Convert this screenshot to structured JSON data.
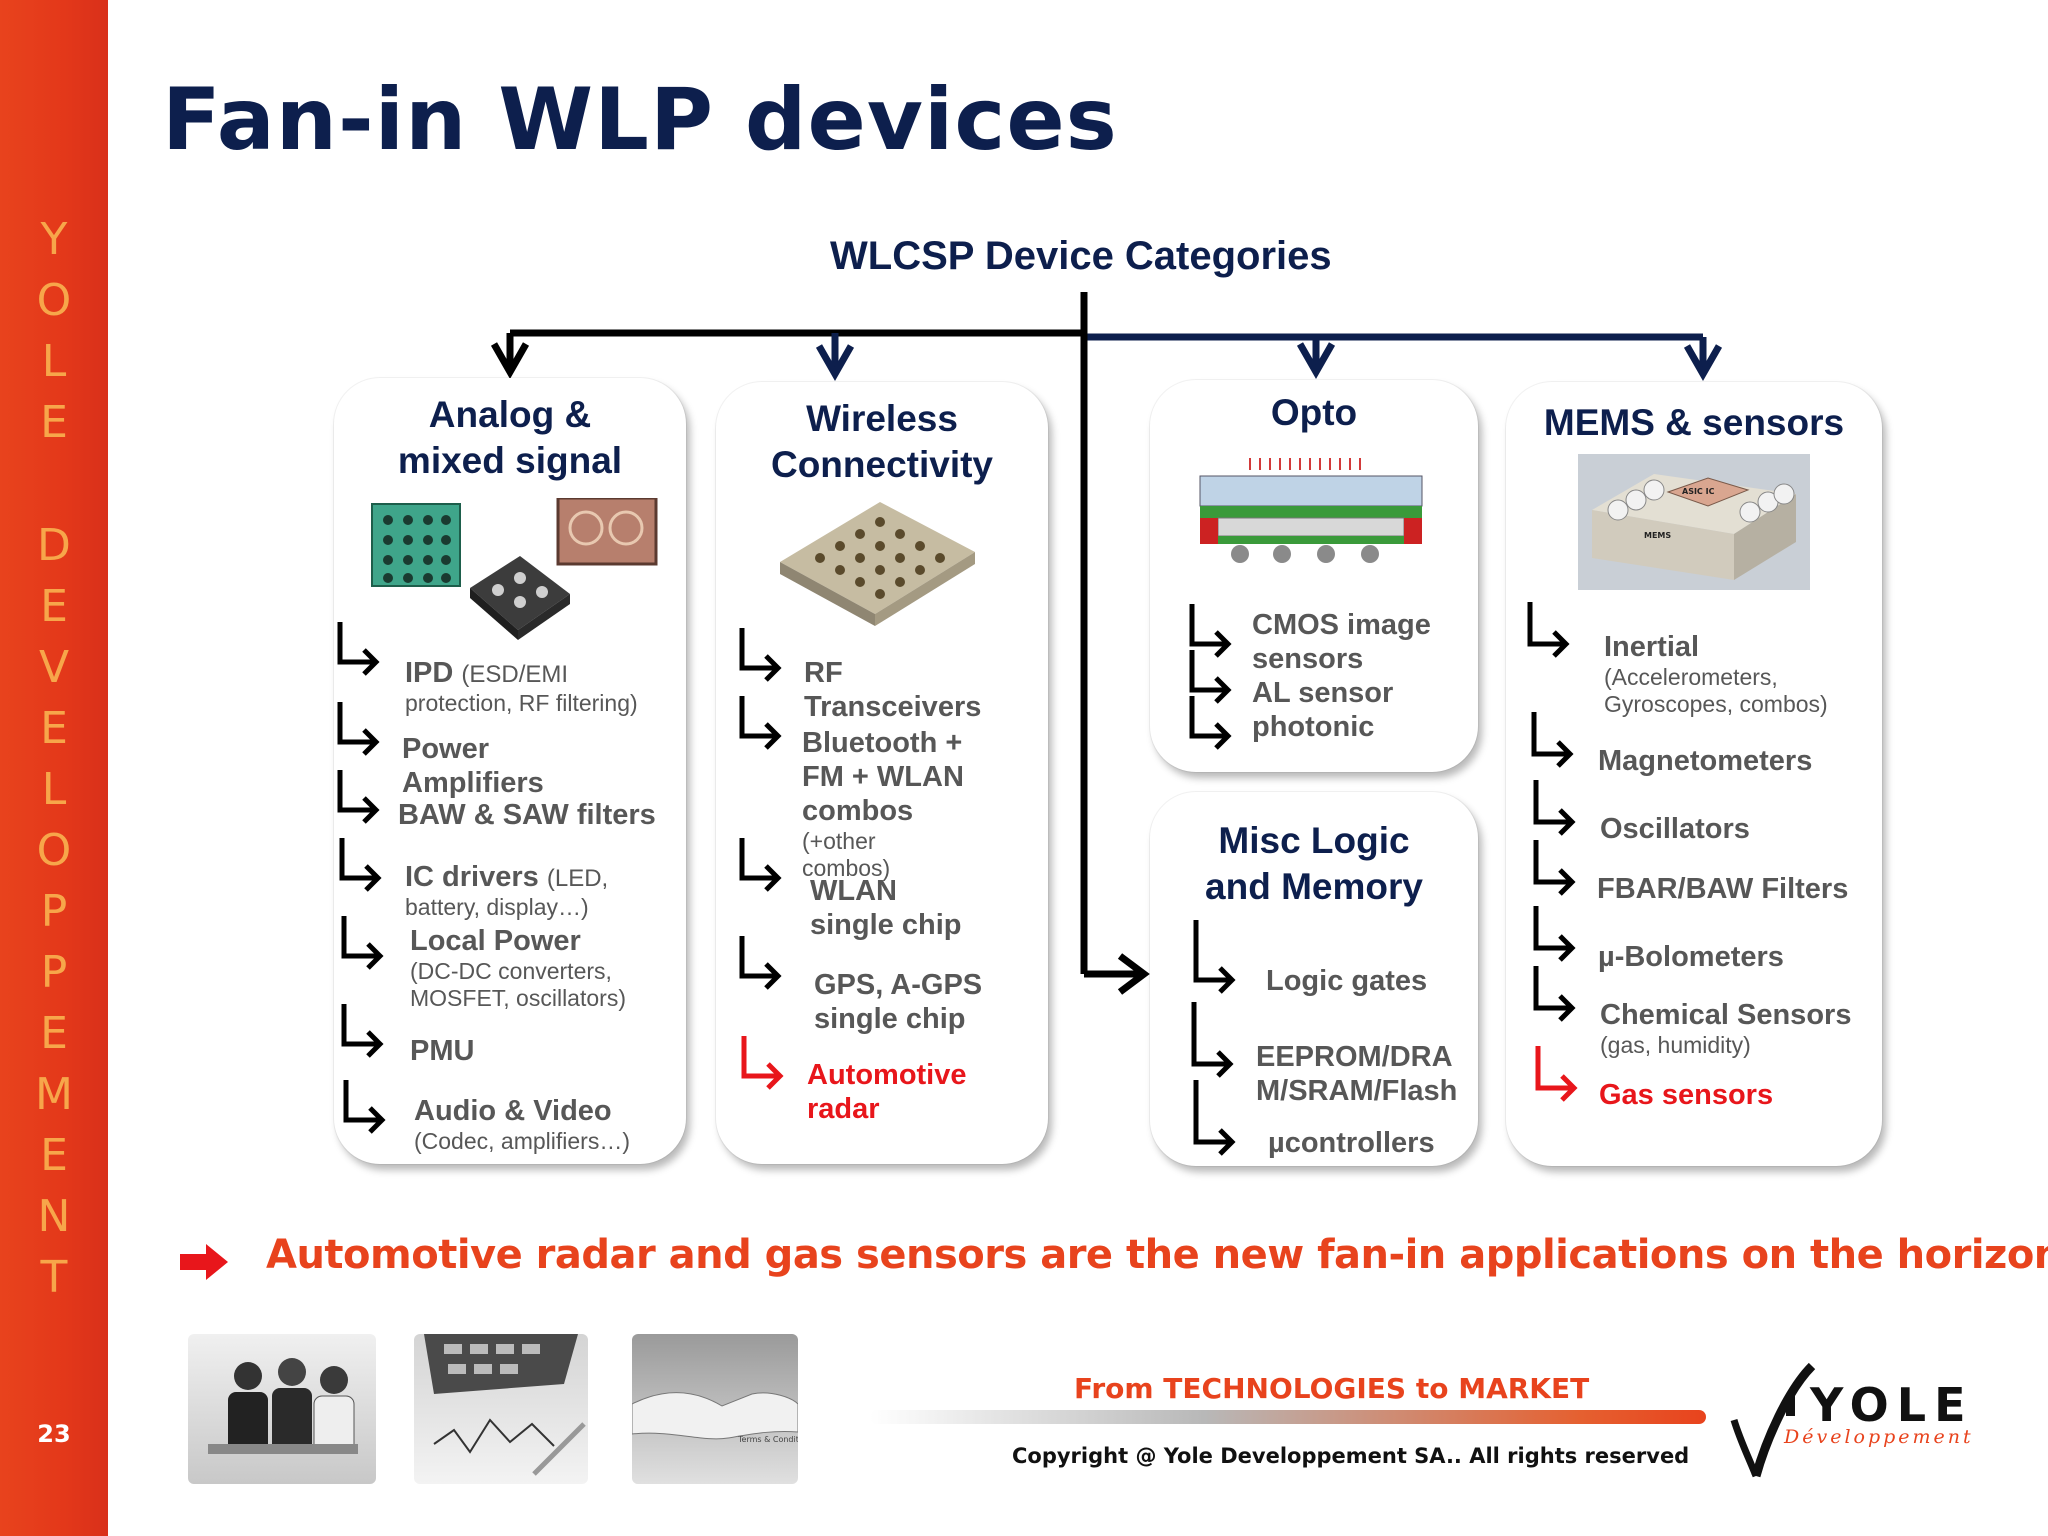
{
  "sidebar": {
    "letters": [
      "Y",
      "O",
      "L",
      "E",
      "D",
      "E",
      "V",
      "E",
      "L",
      "O",
      "P",
      "P",
      "E",
      "M",
      "E",
      "N",
      "T"
    ],
    "page_number": "23"
  },
  "slide": {
    "title": "Fan-in WLP devices",
    "diagram_title": "WLCSP Device Categories",
    "takeaway": "Automotive radar and gas sensors are the new fan-in applications on the horizon"
  },
  "categories": {
    "analog": {
      "title_line1": "Analog &",
      "title_line2": "mixed signal",
      "items": [
        {
          "main": "IPD",
          "inline": "(ESD/EMI",
          "sub": "protection, RF filtering)"
        },
        {
          "main": "Power",
          "line2": "Amplifiers"
        },
        {
          "main": "BAW & SAW filters"
        },
        {
          "main": "IC drivers",
          "inline": "(LED,",
          "sub": "battery, display…)"
        },
        {
          "main": "Local Power",
          "sub": "(DC-DC converters,",
          "sub2": "MOSFET, oscillators)"
        },
        {
          "main": "PMU"
        },
        {
          "main": "Audio & Video",
          "sub": "(Codec, amplifiers…)"
        }
      ]
    },
    "wireless": {
      "title_line1": "Wireless",
      "title_line2": "Connectivity",
      "items": [
        {
          "main": "RF",
          "line2": "Transceivers"
        },
        {
          "main": "Bluetooth +",
          "line2": "FM + WLAN",
          "line3": "combos",
          "sub": "(+other",
          "sub2": "combos)"
        },
        {
          "main": "WLAN",
          "line2": "single chip"
        },
        {
          "main": "GPS, A-GPS",
          "line2": "single chip"
        },
        {
          "main": "Automotive",
          "line2": "radar"
        }
      ]
    },
    "opto": {
      "title": "Opto",
      "items": [
        "CMOS image",
        "sensors",
        "AL sensor",
        "photonic"
      ]
    },
    "misc": {
      "title_line1": "Misc Logic",
      "title_line2": "and Memory",
      "items": [
        {
          "main": "Logic gates"
        },
        {
          "main": "EEPROM/DRA",
          "line2": "M/SRAM/Flash"
        },
        {
          "main": "µcontrollers"
        }
      ]
    },
    "mems": {
      "title": "MEMS & sensors",
      "image_labels": {
        "asic": "ASIC IC",
        "mems": "MEMS"
      },
      "items": [
        {
          "main": "Inertial",
          "sub": "(Accelerometers,",
          "sub2": "Gyroscopes, combos)"
        },
        {
          "main": "Magnetometers"
        },
        {
          "main": "Oscillators"
        },
        {
          "main": "FBAR/BAW Filters"
        },
        {
          "main": "µ-Bolometers"
        },
        {
          "main": "Chemical Sensors",
          "sub": "(gas, humidity)"
        },
        {
          "main": "Gas sensors"
        }
      ]
    }
  },
  "footer": {
    "tagline": "From TECHNOLOGIES to MARKET",
    "copyright": "Copyright @ Yole Developpement SA.. All rights reserved",
    "logo": "YOLE",
    "logo_sub": "Développement",
    "photo_caption": "Terms & Conditions"
  },
  "colors": {
    "brand_orange": "#e8431d",
    "navy": "#0d1f4d",
    "highlight_red": "#e8161b",
    "item_gray": "#575757"
  }
}
